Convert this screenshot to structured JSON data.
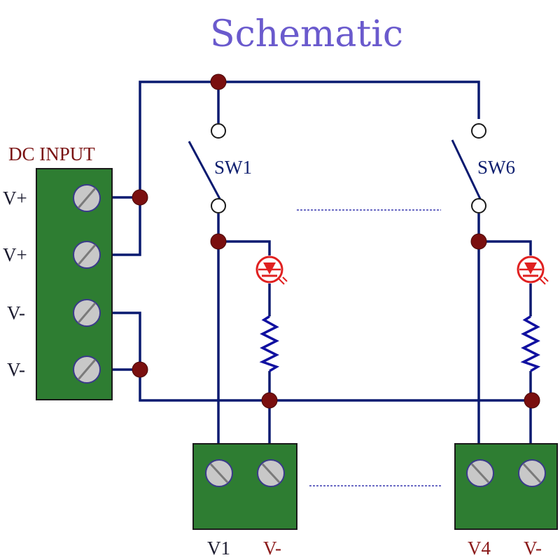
{
  "title": "Schematic",
  "dc_input": {
    "label": "DC INPUT",
    "terminals": [
      "V+",
      "V+",
      "V-",
      "V-"
    ]
  },
  "switches": [
    "SW1",
    "SW6"
  ],
  "outputs": {
    "first": {
      "positive": "V1",
      "negative": "V-"
    },
    "last": {
      "positive": "V4",
      "negative": "V-"
    }
  },
  "colors": {
    "wire": "#0a1a70",
    "terminal_block": "#2e7d32",
    "node": "#7a0f0f",
    "led": "#e02020",
    "title": "#6a5acd"
  }
}
